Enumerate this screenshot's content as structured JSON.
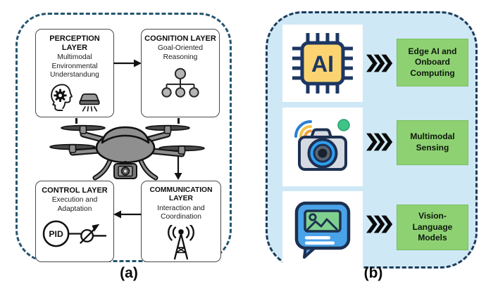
{
  "figure": {
    "caption_a": "(a)",
    "caption_b": "(b)"
  },
  "panel_a": {
    "boxes": [
      {
        "id": "perception",
        "title": "PERCEPTION LAYER",
        "subtitle": "Multimodal Environmental Understandung",
        "icons": [
          "head-gear-icon",
          "sensor-icon"
        ]
      },
      {
        "id": "cognition",
        "title": "COGNITION LAYER",
        "subtitle": "Goal-Oriented Reasoning",
        "icons": [
          "hierarchy-tree-icon"
        ]
      },
      {
        "id": "control",
        "title": "CONTROL LAYER",
        "subtitle": "Execution and Adaptation",
        "icons": [
          "pid-controller-icon"
        ],
        "icon_text": "PID"
      },
      {
        "id": "communication",
        "title": "COMMUNICATION LAYER",
        "subtitle": "Interaction and Coordination",
        "icons": [
          "antenna-icon"
        ]
      }
    ],
    "center_icon": "drone-icon"
  },
  "panel_b": {
    "rows": [
      {
        "icon": "ai-chip-icon",
        "icon_text": "AI",
        "label": "Edge AI and Onboard Computing"
      },
      {
        "icon": "smart-camera-icon",
        "label": "Multimodal Sensing"
      },
      {
        "icon": "vision-language-chat-icon",
        "label": "Vision-Language Models"
      }
    ]
  },
  "colors": {
    "panel_a_border": "#24556e",
    "panel_b_border": "#1d3b58",
    "panel_b_bg": "#cfe8f6",
    "target_box_bg": "#8ed172",
    "chip_yellow": "#fbd471",
    "icon_outline_navy": "#1d3050",
    "camera_lens_blue": "#2e9ff0",
    "bubble_blue": "#4aa3e9",
    "image_green": "#7fd08f",
    "green_dot": "#3ec487",
    "arrow_black": "#0b0b0b"
  }
}
